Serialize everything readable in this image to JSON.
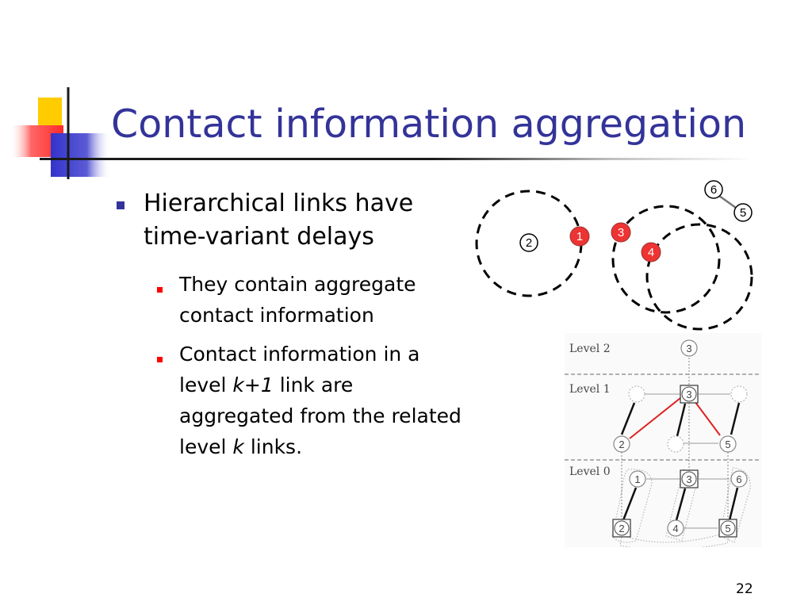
{
  "slide": {
    "title": "Contact information aggregation",
    "page_number": "22"
  },
  "bullets": {
    "level1_text": "Hierarchical links have time-variant delays",
    "sub1_text": "They contain aggregate contact information",
    "sub2_part1": "Contact information in a level ",
    "sub2_italic1": "k+1",
    "sub2_part2": " link are aggregated from the related level ",
    "sub2_italic2": "k",
    "sub2_part3": " links."
  },
  "top_diagram": {
    "node_labels": [
      "6",
      "5",
      "2",
      "1",
      "3",
      "4"
    ]
  },
  "bottom_diagram": {
    "level_labels": [
      "Level 2",
      "Level 1",
      "Level 0"
    ],
    "level2_nodes": [
      "3"
    ],
    "level1_nodes": [
      "3",
      "2",
      "5"
    ],
    "level0_nodes": [
      "1",
      "3",
      "6",
      "2",
      "4",
      "5"
    ]
  },
  "colors": {
    "title": "#333399",
    "bullet_level1": "#333399",
    "bullet_level2": "#ff0000",
    "highlight_node": "#ee3333",
    "aggregation_link": "#e02020"
  }
}
